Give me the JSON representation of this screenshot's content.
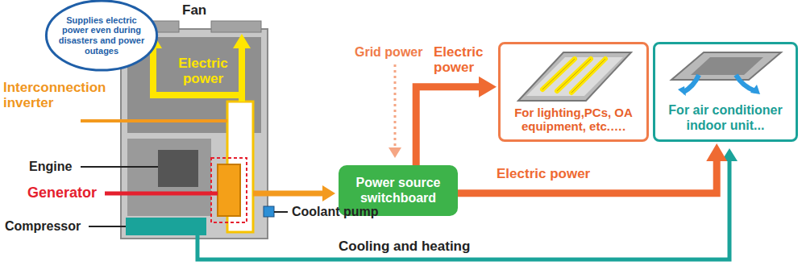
{
  "diagram": {
    "nodes": [
      {
        "text": [
          "Supplies electric power even during disasters and power outages"
        ]
      },
      {
        "text": [
          "Power source switchboard"
        ]
      },
      {
        "text": [
          "For lighting,PCs, OA equipment, etc.…."
        ]
      },
      {
        "text": [
          "For air conditioner indoor unit..."
        ]
      }
    ],
    "edges": [
      {
        "from": 1,
        "to": 2,
        "label": "Electric power",
        "arrow": "to"
      },
      {
        "from": 1,
        "to": 3,
        "label": "Electric power",
        "arrow": "to"
      }
    ],
    "labels": [
      "Fan",
      "Electric power",
      "Interconnection inverter",
      "Grid power",
      "Engine",
      "Generator",
      "Compressor",
      "Coolant pump",
      "Cooling and heating"
    ]
  }
}
